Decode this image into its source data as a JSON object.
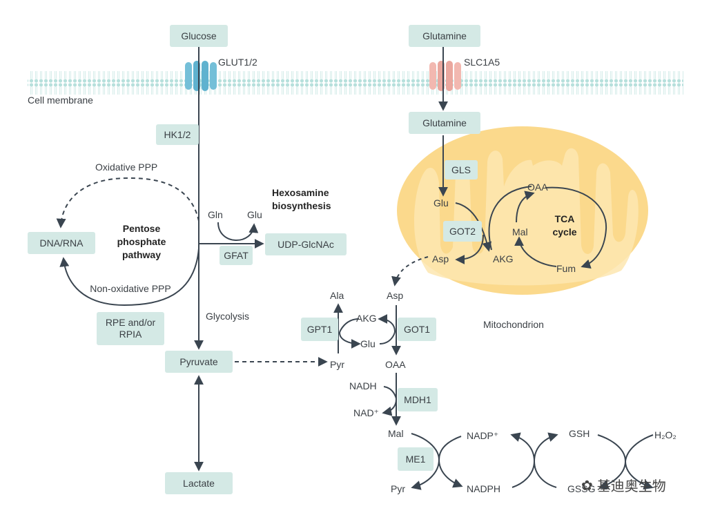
{
  "membrane": {
    "label": "Cell membrane"
  },
  "transporters": {
    "glut": "GLUT1/2",
    "slc": "SLC1A5"
  },
  "nodes": {
    "glucose": "Glucose",
    "glutamine_out": "Glutamine",
    "glutamine_in": "Glutamine",
    "hk": "HK1/2",
    "dna_rna": "DNA/RNA",
    "udp": "UDP-GlcNAc",
    "gfat": "GFAT",
    "rpe": "RPE and/or RPIA",
    "pyruvate": "Pyruvate",
    "lactate": "Lactate",
    "gls": "GLS",
    "got2": "GOT2",
    "gpt1": "GPT1",
    "got1": "GOT1",
    "mdh1": "MDH1",
    "me1": "ME1"
  },
  "labels": {
    "oxidative_ppp": "Oxidative PPP",
    "non_oxidative_ppp": "Non-oxidative PPP",
    "ppp_title": "Pentose phosphate pathway",
    "hexosamine": "Hexosamine biosynthesis",
    "gln": "Gln",
    "glu_hex": "Glu",
    "glycolysis": "Glycolysis",
    "mitochondrion": "Mitochondrion",
    "glu_mito": "Glu",
    "asp_mito": "Asp",
    "akg_mito": "AKG",
    "oaa_tca": "OAA",
    "mal_tca": "Mal",
    "fum_tca": "Fum",
    "tca_cycle": "TCA cycle",
    "ala": "Ala",
    "asp": "Asp",
    "akg": "AKG",
    "glu": "Glu",
    "pyr": "Pyr",
    "oaa": "OAA",
    "nadh": "NADH",
    "nad": "NAD⁺",
    "mal": "Mal",
    "pyr2": "Pyr",
    "nadp": "NADP⁺",
    "nadph": "NADPH",
    "gsh": "GSH",
    "gssg": "GSSG",
    "h2o2": "H₂O₂"
  },
  "watermark": "基迪奥生物",
  "colors": {
    "box": "#d4e9e5",
    "arrow": "#3a4550",
    "membrane": "#b7e0dc",
    "glut": "#74bfd8",
    "slc": "#f2b8b0",
    "mito_outer": "#fbd98c",
    "mito_inner": "#fde6b0"
  }
}
